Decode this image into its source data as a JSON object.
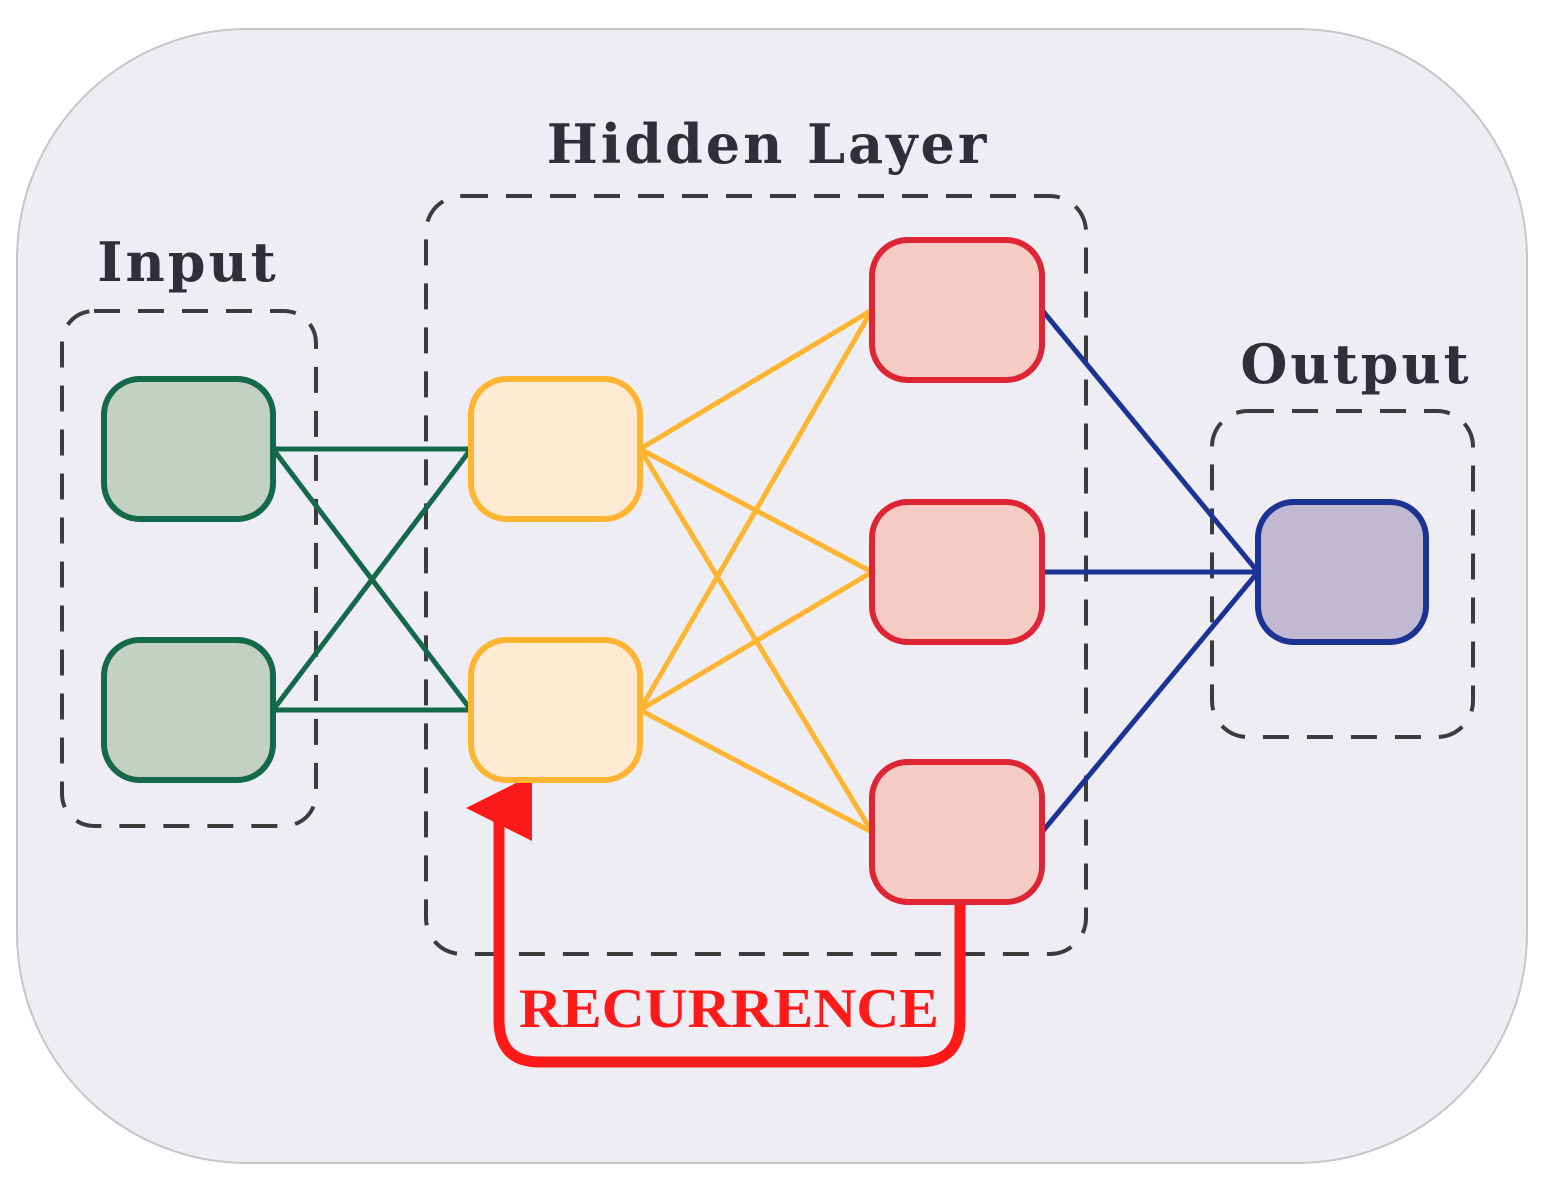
{
  "labels": {
    "input": "Input",
    "hidden": "Hidden Layer",
    "output": "Output",
    "recurrence": "RECURRENCE"
  },
  "colors": {
    "background_panel": "#efedf4",
    "panel_border": "#c9c4c7",
    "dashed_group": "#3c3c3c",
    "label_text": "#2f2f37",
    "input_fill": "#c3d1c4",
    "input_stroke": "#13694a",
    "hidden1_fill": "#ffebd3",
    "hidden1_stroke": "#ffb531",
    "hidden2_fill": "#f6cbc3",
    "hidden2_stroke": "#dd2535",
    "output_fill": "#c1b9cf",
    "output_stroke": "#1b3494",
    "recurrence": "#ff1a1a"
  }
}
